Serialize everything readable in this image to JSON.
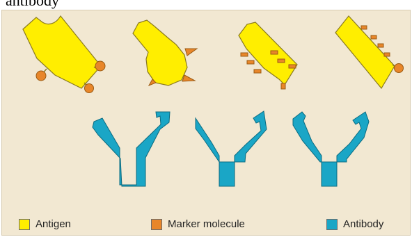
{
  "caption": {
    "text": "antibody"
  },
  "legend": {
    "antigen": {
      "label": "Antigen"
    },
    "marker": {
      "label": "Marker molecule"
    },
    "antibody": {
      "label": "Antibody"
    }
  },
  "colors": {
    "background": "#f2e8d2",
    "antigen": "#ffee00",
    "marker": "#e8862a",
    "antibody": "#1aa6c6",
    "outline": "#7a6a2e"
  }
}
